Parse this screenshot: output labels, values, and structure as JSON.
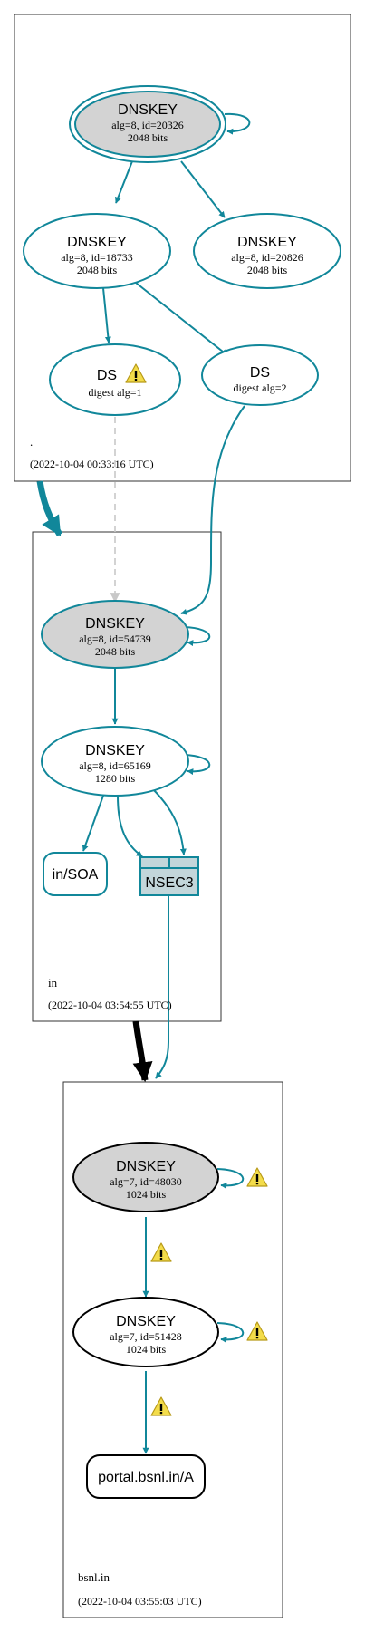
{
  "colors": {
    "teal": "#11879a",
    "gray_fill": "#d3d3d3",
    "ds_dashed": "#c8c8c8",
    "black": "#000000",
    "warn_fill": "#f3dc4a",
    "warn_stroke": "#b89a18",
    "nsec_fill": "#c3d6da"
  },
  "zones": [
    {
      "name": ".",
      "timestamp": "(2022-10-04 00:33:16 UTC)",
      "nodes": {
        "ksk": {
          "title": "DNSKEY",
          "line1": "alg=8, id=20326",
          "line2": "2048 bits"
        },
        "zsk1": {
          "title": "DNSKEY",
          "line1": "alg=8, id=18733",
          "line2": "2048 bits"
        },
        "zsk2": {
          "title": "DNSKEY",
          "line1": "alg=8, id=20826",
          "line2": "2048 bits"
        },
        "ds1": {
          "title": "DS",
          "line1": "digest alg=1"
        },
        "ds2": {
          "title": "DS",
          "line1": "digest alg=2"
        }
      }
    },
    {
      "name": "in",
      "timestamp": "(2022-10-04 03:54:55 UTC)",
      "nodes": {
        "ksk": {
          "title": "DNSKEY",
          "line1": "alg=8, id=54739",
          "line2": "2048 bits"
        },
        "zsk": {
          "title": "DNSKEY",
          "line1": "alg=8, id=65169",
          "line2": "1280 bits"
        },
        "soa": {
          "title": "in/SOA"
        },
        "nsec3": {
          "title": "NSEC3"
        }
      }
    },
    {
      "name": "bsnl.in",
      "timestamp": "(2022-10-04 03:55:03 UTC)",
      "nodes": {
        "ksk": {
          "title": "DNSKEY",
          "line1": "alg=7, id=48030",
          "line2": "1024 bits"
        },
        "zsk": {
          "title": "DNSKEY",
          "line1": "alg=7, id=51428",
          "line2": "1024 bits"
        },
        "rr": {
          "title": "portal.bsnl.in/A"
        }
      }
    }
  ],
  "warning_icon": "warning-triangle-icon"
}
